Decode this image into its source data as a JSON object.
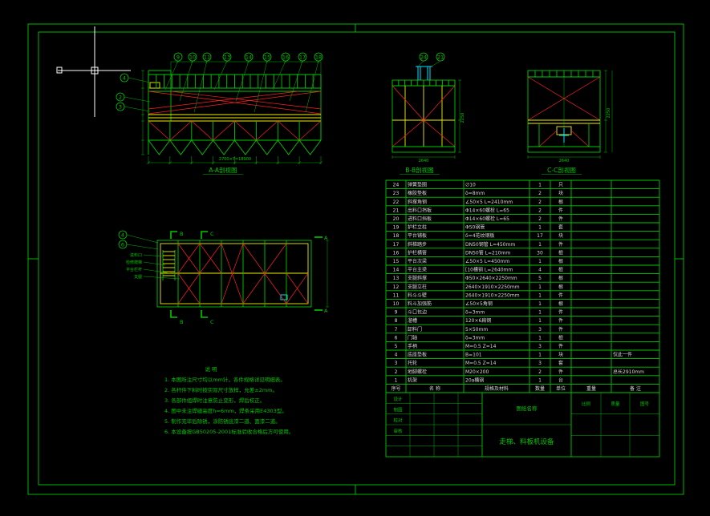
{
  "app": {
    "background": "#000000",
    "colors": {
      "green": "#00c800",
      "yellow": "#f0f000",
      "red": "#ff2020",
      "cyan": "#00e0ff",
      "white": "#ffffff"
    }
  },
  "views": {
    "aa": {
      "label": "A-A剖视图",
      "dim_bottom": "2700×7=18900",
      "balloons_top": [
        "9",
        "10",
        "11",
        "13",
        "14",
        "15",
        "16",
        "17",
        "18"
      ],
      "balloons_left": [
        "4",
        "2",
        "3"
      ]
    },
    "bb": {
      "label": "B-B剖视图",
      "dim_bottom": "2640",
      "dim_right": "2250",
      "balloons": [
        "24",
        "21"
      ]
    },
    "cc": {
      "label": "C-C剖视图",
      "dim_bottom": "2640",
      "dim_right": "2250"
    },
    "plan": {
      "marker_a": "A",
      "marker_b": "B",
      "marker_c": "C",
      "labels": [
        "进料口",
        "检修爬梯",
        "平台栏杆",
        "支腿"
      ],
      "balloons": [
        "4",
        "6"
      ]
    }
  },
  "notes": {
    "title": "说    明",
    "lines": [
      "1. 本图所注尺寸均以mm计，各件规格详见明细表。",
      "2. 各杆件下料时按实际尺寸放样，允差±2mm。",
      "3. 各部件组焊时注意防止变形，焊后校正。",
      "4. 图中未注焊缝高度h=6mm，焊条采用E4303型。",
      "5. 制作完毕后除锈，涂防锈底漆二道、面漆二道。",
      "6. 本设备按GB50205-2001标准验收合格后方可使用。"
    ]
  },
  "parts_table": {
    "headers": [
      "序号",
      "名  称",
      "规格及材料",
      "数量",
      "单位",
      "重量",
      "备  注"
    ],
    "rows": [
      [
        "24",
        "弹簧垫圈",
        "∅10",
        "1",
        "只",
        "",
        ""
      ],
      [
        "23",
        "橡胶垫板",
        "δ=8mm",
        "2",
        "块",
        "",
        ""
      ],
      [
        "22",
        "斜撑角钢",
        "∠50×5 L=2410mm",
        "2",
        "根",
        "",
        ""
      ],
      [
        "21",
        "出料口挡板",
        "Φ14×60螺栓 L=65",
        "2",
        "件",
        "",
        ""
      ],
      [
        "20",
        "进料口挡板",
        "Φ14×60螺栓 L=65",
        "2",
        "件",
        "",
        ""
      ],
      [
        "19",
        "护栏立柱",
        "Φ50钢管",
        "1",
        "套",
        "",
        ""
      ],
      [
        "18",
        "平台铺板",
        "δ=4花纹钢板",
        "17",
        "块",
        "",
        ""
      ],
      [
        "17",
        "斜梯踏步",
        "DN50钢管 L=450mm",
        "1",
        "件",
        "",
        ""
      ],
      [
        "16",
        "护栏横管",
        "DN50管 L=210mm",
        "30",
        "根",
        "",
        ""
      ],
      [
        "15",
        "平台次梁",
        "∠50×5 L=450mm",
        "1",
        "根",
        "",
        ""
      ],
      [
        "14",
        "平台主梁",
        "[10槽钢 L=2640mm",
        "4",
        "根",
        "",
        ""
      ],
      [
        "13",
        "支腿斜撑",
        "Φ50×2640×2250mm",
        "5",
        "根",
        "",
        ""
      ],
      [
        "12",
        "支腿立柱",
        "2640×1910×2250mm",
        "1",
        "根",
        "",
        ""
      ],
      [
        "11",
        "料斗斗壁",
        "2640×1910×2250mm",
        "1",
        "件",
        "",
        ""
      ],
      [
        "10",
        "料斗加强筋",
        "∠50×5角钢",
        "1",
        "根",
        "",
        ""
      ],
      [
        "9",
        "斗口包边",
        "δ=3mm",
        "1",
        "件",
        "",
        ""
      ],
      [
        "8",
        "溜槽",
        "120×6扁钢",
        "1",
        "件",
        "",
        ""
      ],
      [
        "7",
        "卸料门",
        "5×50mm",
        "3",
        "件",
        "",
        ""
      ],
      [
        "6",
        "门轴",
        "δ=3mm",
        "1",
        "根",
        "",
        ""
      ],
      [
        "5",
        "手柄",
        "M=0.5 Z=14",
        "3",
        "件",
        "",
        ""
      ],
      [
        "4",
        "底座垫板",
        "B=101",
        "1",
        "块",
        "",
        "仅此一件"
      ],
      [
        "3",
        "托轮",
        "M=0.5 Z=14",
        "3",
        "套",
        "",
        ""
      ],
      [
        "2",
        "地脚螺栓",
        "M20×200",
        "2",
        "件",
        "",
        "总长2910mm"
      ],
      [
        "1",
        "机架",
        "20a槽钢",
        "1",
        "台",
        "",
        ""
      ]
    ]
  },
  "title_block": {
    "sign_labels": [
      "设计",
      "制图",
      "校对",
      "审核"
    ],
    "name_label": "图纸名称",
    "drawing_title": "走梯、料板机设备",
    "right_labels": [
      "比例",
      "质量",
      "图号"
    ]
  }
}
